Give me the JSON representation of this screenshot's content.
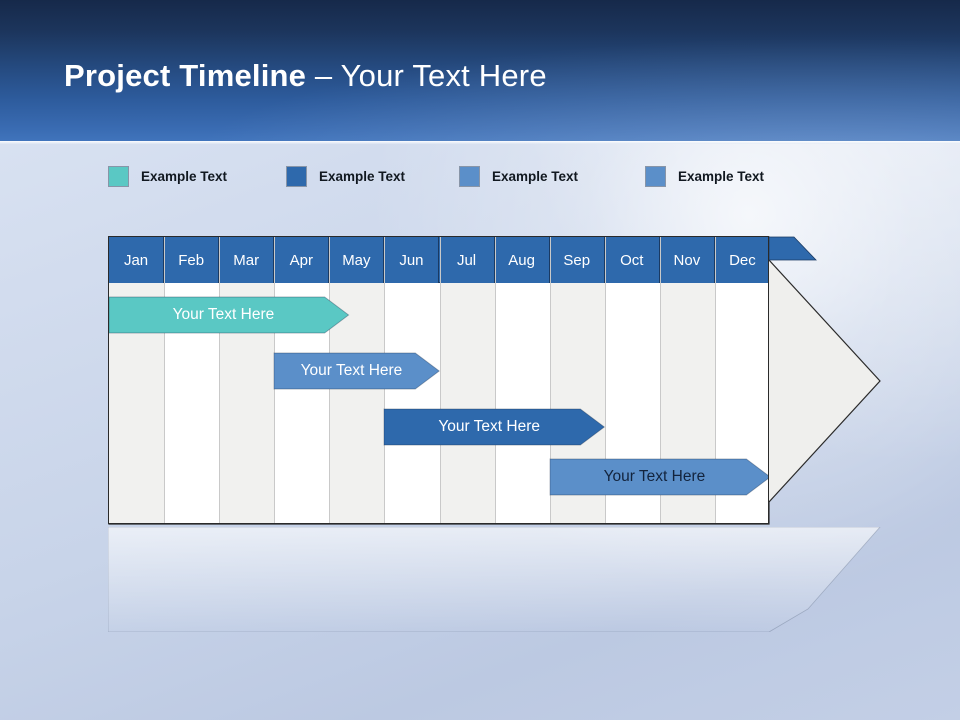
{
  "slide": {
    "title_bold": "Project Timeline",
    "title_sep": " – ",
    "title_light": "Your Text Here"
  },
  "legend": {
    "items": [
      {
        "label": "Example Text",
        "color": "#5ac8c4"
      },
      {
        "label": "Example Text",
        "color": "#2e69ac"
      },
      {
        "label": "Example Text",
        "color": "#5b8fc9"
      },
      {
        "label": "Example Text",
        "color": "#5b8fc9"
      }
    ]
  },
  "chart_data": {
    "type": "bar",
    "title": "Project Timeline",
    "xlabel": "",
    "ylabel": "",
    "categories": [
      "Jan",
      "Feb",
      "Mar",
      "Apr",
      "May",
      "Jun",
      "Jul",
      "Aug",
      "Sep",
      "Oct",
      "Nov",
      "Dec"
    ],
    "legend_position": "top",
    "grid": true,
    "series": [
      {
        "name": "Your  Text Here",
        "label": "Your  Text Here",
        "color": "#5ac8c4",
        "text_color": "#ffffff",
        "start_month": "Jan",
        "end_month": "May",
        "start_index": 0,
        "end_index": 4.35
      },
      {
        "name": "Your  Text Here",
        "label": "Your  Text Here",
        "color": "#5b8fc9",
        "text_color": "#ffffff",
        "start_month": "Apr",
        "end_month": "Jun",
        "start_index": 3.0,
        "end_index": 6.0
      },
      {
        "name": "Your  Text Here",
        "label": "Your  Text Here",
        "color": "#2e69ac",
        "text_color": "#ffffff",
        "start_month": "Jun",
        "end_month": "Sep",
        "start_index": 5.0,
        "end_index": 9.0
      },
      {
        "name": "Your  Text Here",
        "label": "Your  Text Here",
        "color": "#5b8fc9",
        "text_color": "#13243d",
        "start_month": "Sep",
        "end_month": "Dec",
        "start_index": 8.0,
        "end_index": 12.0
      }
    ]
  },
  "colors": {
    "header_band_top": "#16294a",
    "header_band_bottom": "#4074bc",
    "month_header": "#2e69ac",
    "column_shaded": "#f1f1ef",
    "column_plain": "#ffffff",
    "container_fill": "#efefed",
    "container_stroke": "#2a2a2a"
  }
}
